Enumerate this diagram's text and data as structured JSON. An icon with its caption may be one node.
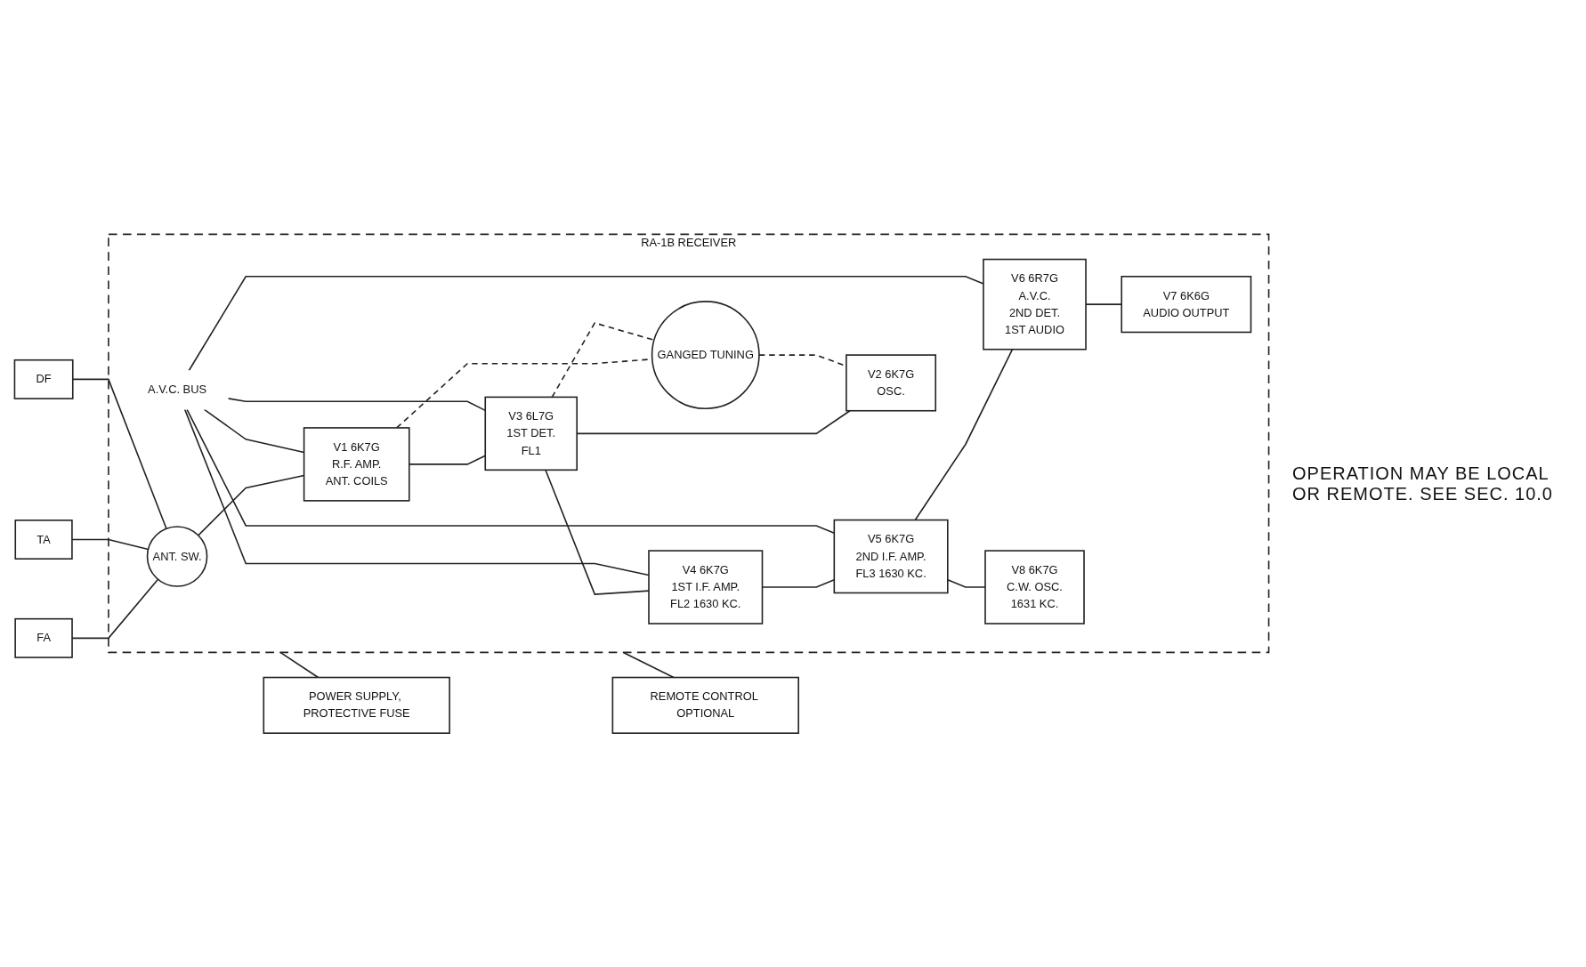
{
  "diagram": {
    "nodes": [
      {
        "text": [
          "RA-1B RECEIVER"
        ]
      },
      {
        "text": [
          "FA"
        ]
      },
      {
        "text": [
          "TA"
        ]
      },
      {
        "text": [
          "DF"
        ]
      },
      {
        "text": [
          "ANT. SW."
        ],
        "in": 0
      },
      {
        "text": [
          "V1 6K7G",
          "R.F. AMP.",
          "ANT. COILS"
        ],
        "in": 0
      },
      {
        "text": [
          "V3 6L7G",
          "1ST DET.",
          "FL1"
        ],
        "in": 0
      },
      {
        "text": [
          "V4 6K7G",
          "1ST I.F. AMP.",
          "FL2 1630 KC."
        ],
        "in": 0
      },
      {
        "text": [
          "V5 6K7G",
          "2ND I.F. AMP.",
          "FL3 1630 KC."
        ],
        "in": 0
      },
      {
        "text": [
          "V6 6R7G",
          "A.V.C.",
          "2ND DET.",
          "1ST AUDIO"
        ],
        "in": 0
      },
      {
        "text": [
          "V7 6K6G",
          "AUDIO OUTPUT"
        ],
        "in": 0
      },
      {
        "text": [
          "V2 6K7G",
          "OSC."
        ],
        "in": 0
      },
      {
        "text": [
          "V8 6K7G",
          "C.W. OSC.",
          "1631 KC."
        ],
        "in": 0
      },
      {
        "text": [
          "GANGED TUNING"
        ],
        "in": 0
      },
      {
        "text": [
          "A.V.C. BUS"
        ],
        "in": 0
      },
      {
        "text": [
          "POWER SUPPLY, PROTECTIVE FUSE"
        ]
      },
      {
        "text": [
          "REMOTE CONTROL OPTIONAL"
        ]
      }
    ],
    "edges": [
      {
        "from": 1,
        "to": 4,
        "arrow": "none"
      },
      {
        "from": 2,
        "to": 4,
        "arrow": "none"
      },
      {
        "from": 3,
        "to": 4,
        "arrow": "none"
      },
      {
        "from": 4,
        "to": 5,
        "arrow": "none"
      },
      {
        "from": 5,
        "to": 6,
        "arrow": "none"
      },
      {
        "from": 6,
        "to": 7,
        "arrow": "none"
      },
      {
        "from": 7,
        "to": 8,
        "arrow": "none"
      },
      {
        "from": 8,
        "to": 9,
        "arrow": "none"
      },
      {
        "from": 9,
        "to": 10,
        "arrow": "none"
      },
      {
        "from": 6,
        "to": 11,
        "arrow": "none"
      },
      {
        "from": 8,
        "to": 12,
        "arrow": "none"
      },
      {
        "from": 14,
        "to": 5,
        "arrow": "none"
      },
      {
        "from": 14,
        "to": 6,
        "arrow": "none"
      },
      {
        "from": 14,
        "to": 7,
        "arrow": "none"
      },
      {
        "from": 14,
        "to": 8,
        "arrow": "none"
      },
      {
        "from": 14,
        "to": 9,
        "arrow": "none"
      },
      {
        "from": 5,
        "to": 13,
        "arrow": "none",
        "style": "dashed"
      },
      {
        "from": 6,
        "to": 13,
        "arrow": "none",
        "style": "dashed"
      },
      {
        "from": 13,
        "to": 11,
        "arrow": "none",
        "style": "dashed"
      },
      {
        "from": 0,
        "to": 15,
        "arrow": "none"
      },
      {
        "from": 0,
        "to": 16,
        "arrow": "none"
      }
    ],
    "labels": [
      "OPERATION MAY BE LOCAL OR REMOTE. SEE SEC. 10.0"
    ]
  }
}
